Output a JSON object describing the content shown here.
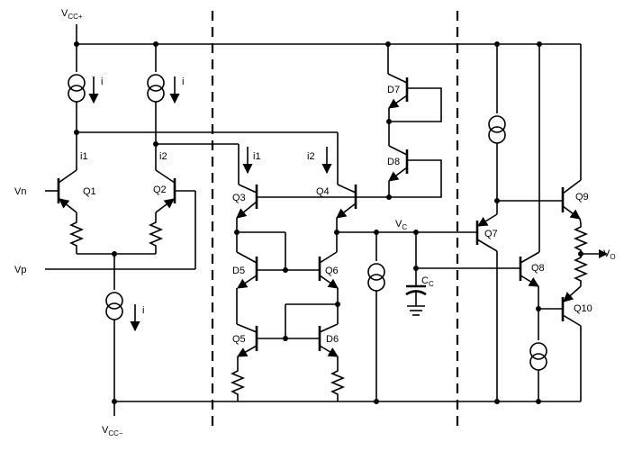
{
  "rails": {
    "vcc_pos": "V",
    "vcc_pos_sub": "CC+",
    "vcc_neg": "V",
    "vcc_neg_sub": "CC−"
  },
  "inputs": {
    "vn": "Vn",
    "vp": "Vp"
  },
  "currents": {
    "i": "i",
    "i1": "i1",
    "i2": "i2"
  },
  "transistors": {
    "q1": "Q1",
    "q2": "Q2",
    "q3": "Q3",
    "q4": "Q4",
    "q5": "Q5",
    "q6": "Q6",
    "q7": "Q7",
    "q8": "Q8",
    "q9": "Q9",
    "q10": "Q10"
  },
  "diodes": {
    "d5": "D5",
    "d6": "D6",
    "d7": "D7",
    "d8": "D8"
  },
  "nodes": {
    "vc": "V",
    "vc_sub": "C",
    "cc": "C",
    "cc_sub": "C",
    "vo": "V",
    "vo_sub": "O"
  }
}
